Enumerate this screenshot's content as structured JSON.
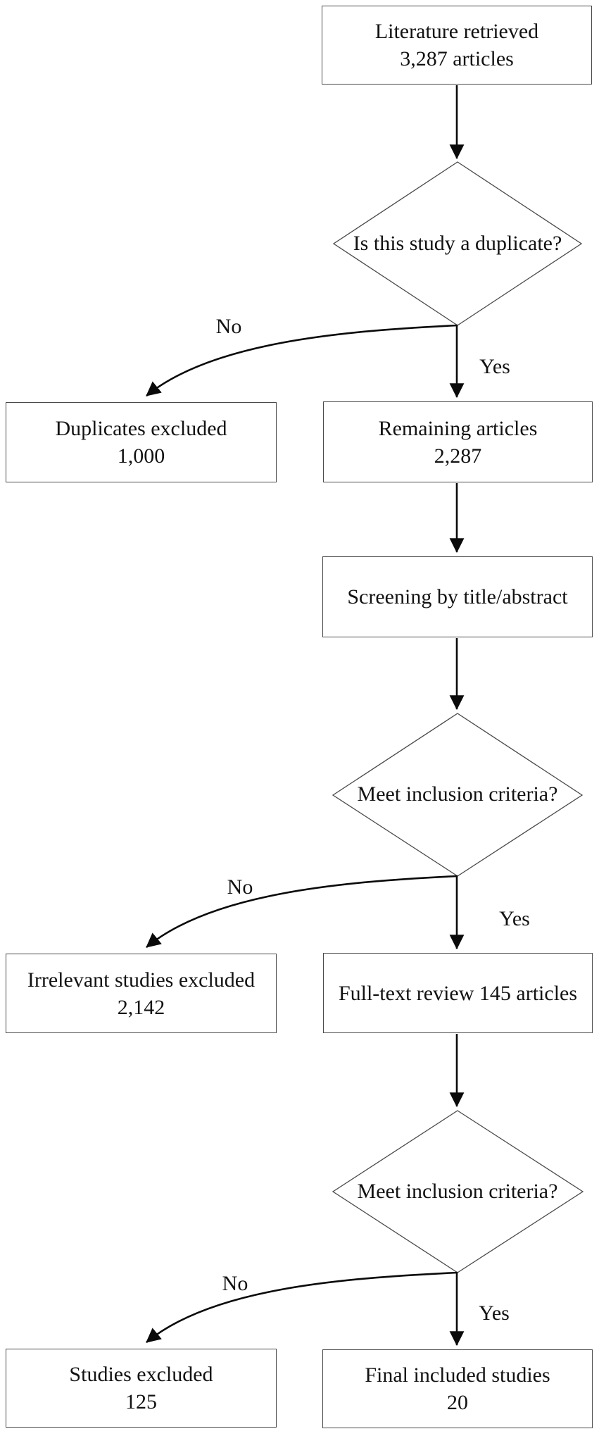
{
  "colors": {
    "background": "#ffffff",
    "box_border": "#4a4a4a",
    "diamond_border": "#4a4a4a",
    "connector": "#0a0a0a",
    "text": "#121212"
  },
  "boxes": {
    "literature": {
      "line1": "Literature retrieved",
      "line2": "3,287 articles"
    },
    "duplicates_excluded": {
      "line1": "Duplicates excluded",
      "line2": "1,000"
    },
    "remaining_articles": {
      "line1": "Remaining articles",
      "line2": "2,287"
    },
    "screening": {
      "line1": "Screening by title/abstract"
    },
    "irrelevant_excluded": {
      "line1": "Irrelevant studies excluded",
      "line2": "2,142"
    },
    "fulltext_review": {
      "line1": "Full-text review 145 articles"
    },
    "studies_excluded": {
      "line1": "Studies excluded",
      "line2": "125"
    },
    "final_included": {
      "line1": "Final included studies",
      "line2": "20"
    }
  },
  "diamonds": {
    "duplicate_check": {
      "label": "Is this study a duplicate?"
    },
    "inclusion_check_1": {
      "label": "Meet inclusion criteria?"
    },
    "inclusion_check_2": {
      "label": "Meet inclusion criteria?"
    }
  },
  "edge_labels": {
    "no_1": "No",
    "yes_1": "Yes",
    "no_2": "No",
    "yes_2": "Yes",
    "no_3": "No",
    "yes_3": "Yes"
  }
}
